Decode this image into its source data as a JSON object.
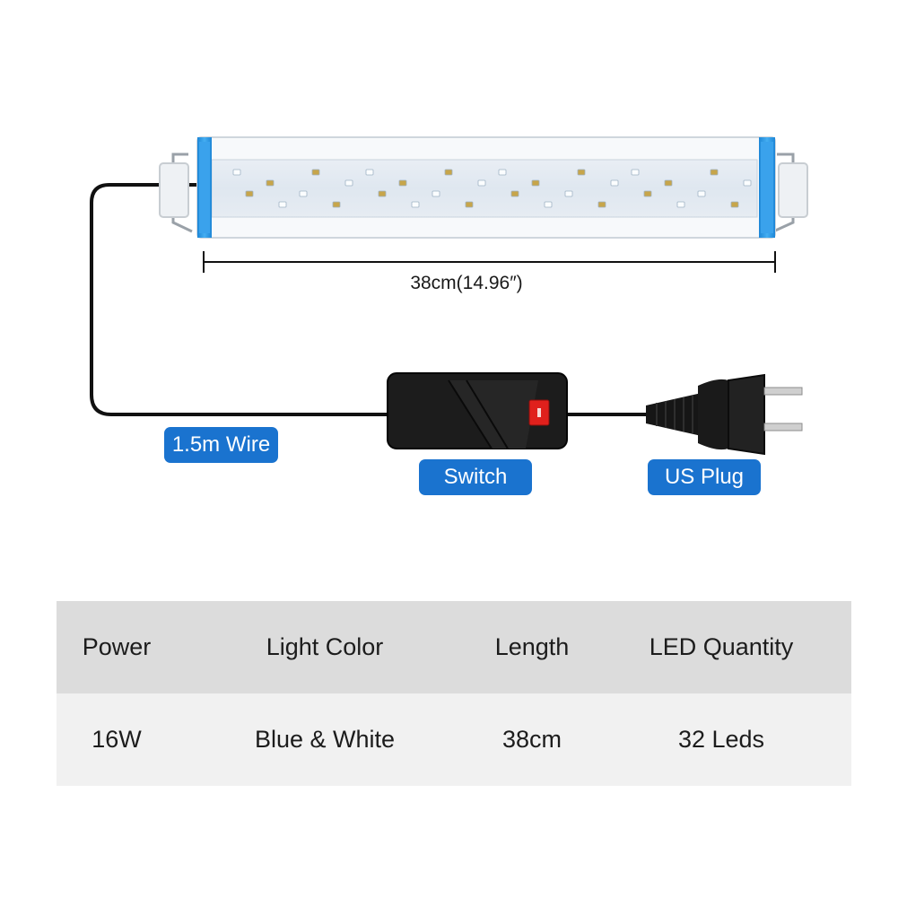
{
  "dimension": {
    "label": "38cm(14.96″)"
  },
  "callouts": {
    "wire": "1.5m Wire",
    "switch": "Switch",
    "plug": "US Plug"
  },
  "spec_table": {
    "headers": [
      "Power",
      "Light Color",
      "Length",
      "LED Quantity"
    ],
    "values": [
      "16W",
      "Blue & White",
      "38cm",
      "32 Leds"
    ]
  },
  "colors": {
    "accent_blue": "#1a73cf",
    "end_cap_blue": "#2f9be8",
    "switch_red": "#e0201c",
    "header_row": "#dcdcdc",
    "value_row": "#f1f1f1"
  }
}
